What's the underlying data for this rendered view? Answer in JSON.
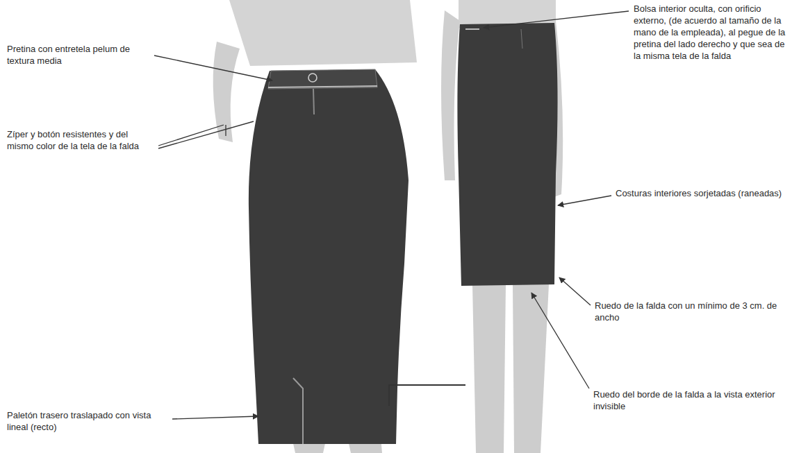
{
  "diagram": {
    "labels": [
      "Pretina con entretela pelum de textura media",
      "Zíper y botón resistentes y del mismo color de la tela de la falda",
      "Paletón trasero traslapado con vista lineal (recto)",
      "Bolsa interior oculta, con orificio externo, (de acuerdo al tamaño de la mano de la empleada), al pegue de la pretina del lado derecho y que sea de la misma tela de la falda",
      "Costuras interiores sorjetadas (raneadas)",
      "Ruedo de la falda con un mínimo de 3 cm. de ancho",
      "Ruedo del borde de la falda a la vista exterior invisible"
    ]
  }
}
